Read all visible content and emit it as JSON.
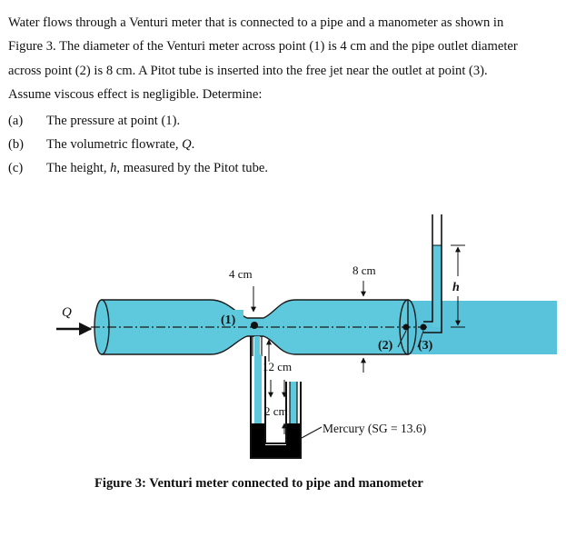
{
  "problem": {
    "line1": "Water flows through a Venturi meter that is connected to a pipe and a manometer as shown in",
    "line2": "Figure 3. The diameter of the Venturi meter across point (1) is 4 cm and the pipe outlet diameter",
    "line3": "across point (2) is 8 cm. A Pitot tube is inserted into the free jet near the outlet at point (3).",
    "line4": "Assume viscous effect is negligible. Determine:",
    "parts": [
      {
        "label": "(a)",
        "text": "The pressure at point (1)."
      },
      {
        "label": "(b)",
        "text_before": "The volumetric flowrate, ",
        "symbol": "Q",
        "text_after": "."
      },
      {
        "label": "(c)",
        "text_before": "The height, ",
        "symbol": "h",
        "text_after": ", measured by the Pitot tube."
      }
    ]
  },
  "figure": {
    "label_throat_diameter": "4 cm",
    "label_outlet_diameter": "8 cm",
    "label_flow": "Q",
    "label_point1": "(1)",
    "label_point2": "(2)",
    "label_point3": "(3)",
    "label_height": "h",
    "label_manometer_offset": "12 cm",
    "label_mercury_diff": "2 cm",
    "label_mercury": "Mercury (SG = 13.6)",
    "caption": "Figure 3: Venturi meter connected to pipe and manometer",
    "colors": {
      "water": "#5ec8dd",
      "water_edge": "#1a1a1a",
      "mercury": "#000000",
      "jet": "#58c3da"
    }
  }
}
